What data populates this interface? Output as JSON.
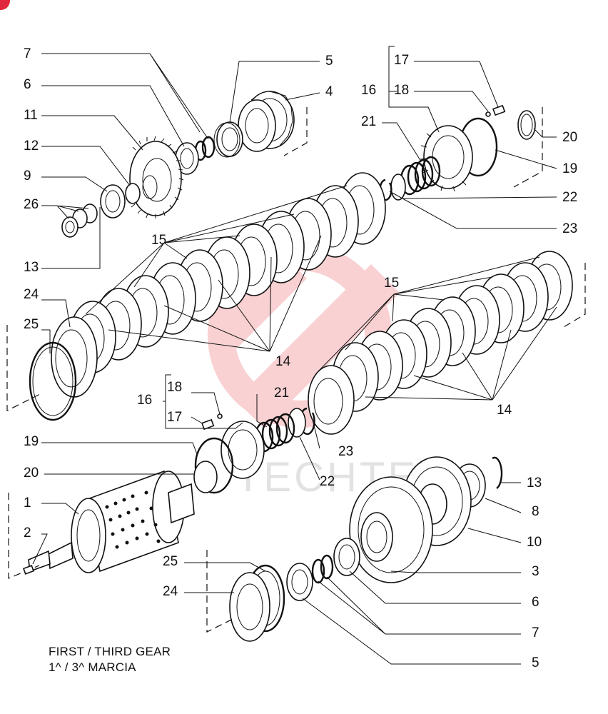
{
  "title_line1": "FIRST / THIRD GEAR",
  "title_line2": "1^ / 3^ MARCIA",
  "watermark_text": "TECHTEX",
  "colors": {
    "watermark": "#e8323c",
    "ink": "#111111",
    "badge": "#e0283c"
  },
  "callouts": [
    {
      "id": "c7a",
      "text": "7"
    },
    {
      "id": "c5a",
      "text": "5"
    },
    {
      "id": "c6a",
      "text": "6"
    },
    {
      "id": "c4",
      "text": "4"
    },
    {
      "id": "c11",
      "text": "11"
    },
    {
      "id": "c12",
      "text": "12"
    },
    {
      "id": "c9",
      "text": "9"
    },
    {
      "id": "c26",
      "text": "26"
    },
    {
      "id": "c13a",
      "text": "13"
    },
    {
      "id": "c17a",
      "text": "17"
    },
    {
      "id": "c16a",
      "text": "16"
    },
    {
      "id": "c18a",
      "text": "18"
    },
    {
      "id": "c21a",
      "text": "21"
    },
    {
      "id": "c20a",
      "text": "20"
    },
    {
      "id": "c19a",
      "text": "19"
    },
    {
      "id": "c22a",
      "text": "22"
    },
    {
      "id": "c23a",
      "text": "23"
    },
    {
      "id": "c15a",
      "text": "15"
    },
    {
      "id": "c24a",
      "text": "24"
    },
    {
      "id": "c25a",
      "text": "25"
    },
    {
      "id": "c14a",
      "text": "14"
    },
    {
      "id": "c15b",
      "text": "15"
    },
    {
      "id": "c18b",
      "text": "18"
    },
    {
      "id": "c16b",
      "text": "16"
    },
    {
      "id": "c21b",
      "text": "21"
    },
    {
      "id": "c17b",
      "text": "17"
    },
    {
      "id": "c14b",
      "text": "14"
    },
    {
      "id": "c19b",
      "text": "19"
    },
    {
      "id": "c23b",
      "text": "23"
    },
    {
      "id": "c20b",
      "text": "20"
    },
    {
      "id": "c22b",
      "text": "22"
    },
    {
      "id": "c13b",
      "text": "13"
    },
    {
      "id": "c1",
      "text": "1"
    },
    {
      "id": "c8",
      "text": "8"
    },
    {
      "id": "c2",
      "text": "2"
    },
    {
      "id": "c10",
      "text": "10"
    },
    {
      "id": "c3",
      "text": "3"
    },
    {
      "id": "c25b",
      "text": "25"
    },
    {
      "id": "c6b",
      "text": "6"
    },
    {
      "id": "c24b",
      "text": "24"
    },
    {
      "id": "c7b",
      "text": "7"
    },
    {
      "id": "c5b",
      "text": "5"
    }
  ]
}
